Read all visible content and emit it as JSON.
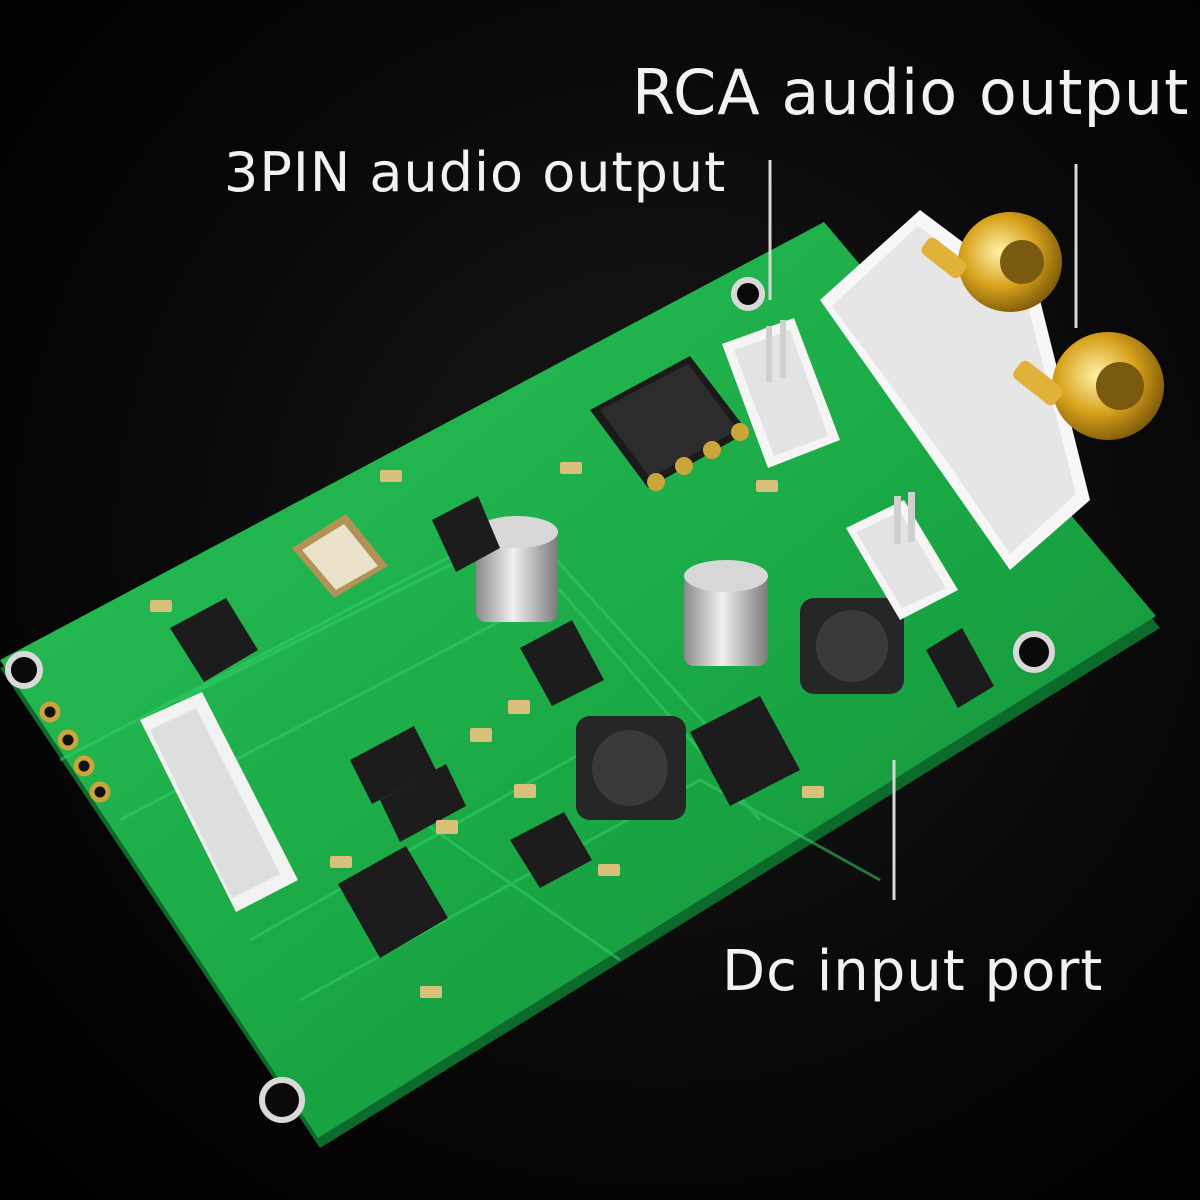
{
  "labels": {
    "rca_output": "RCA audio output",
    "pin3_output": "3PIN audio output",
    "dc_input": "Dc input port"
  },
  "colors": {
    "background": "#000000",
    "board": "#1fb04a",
    "label_text": "#f2f2f2"
  }
}
